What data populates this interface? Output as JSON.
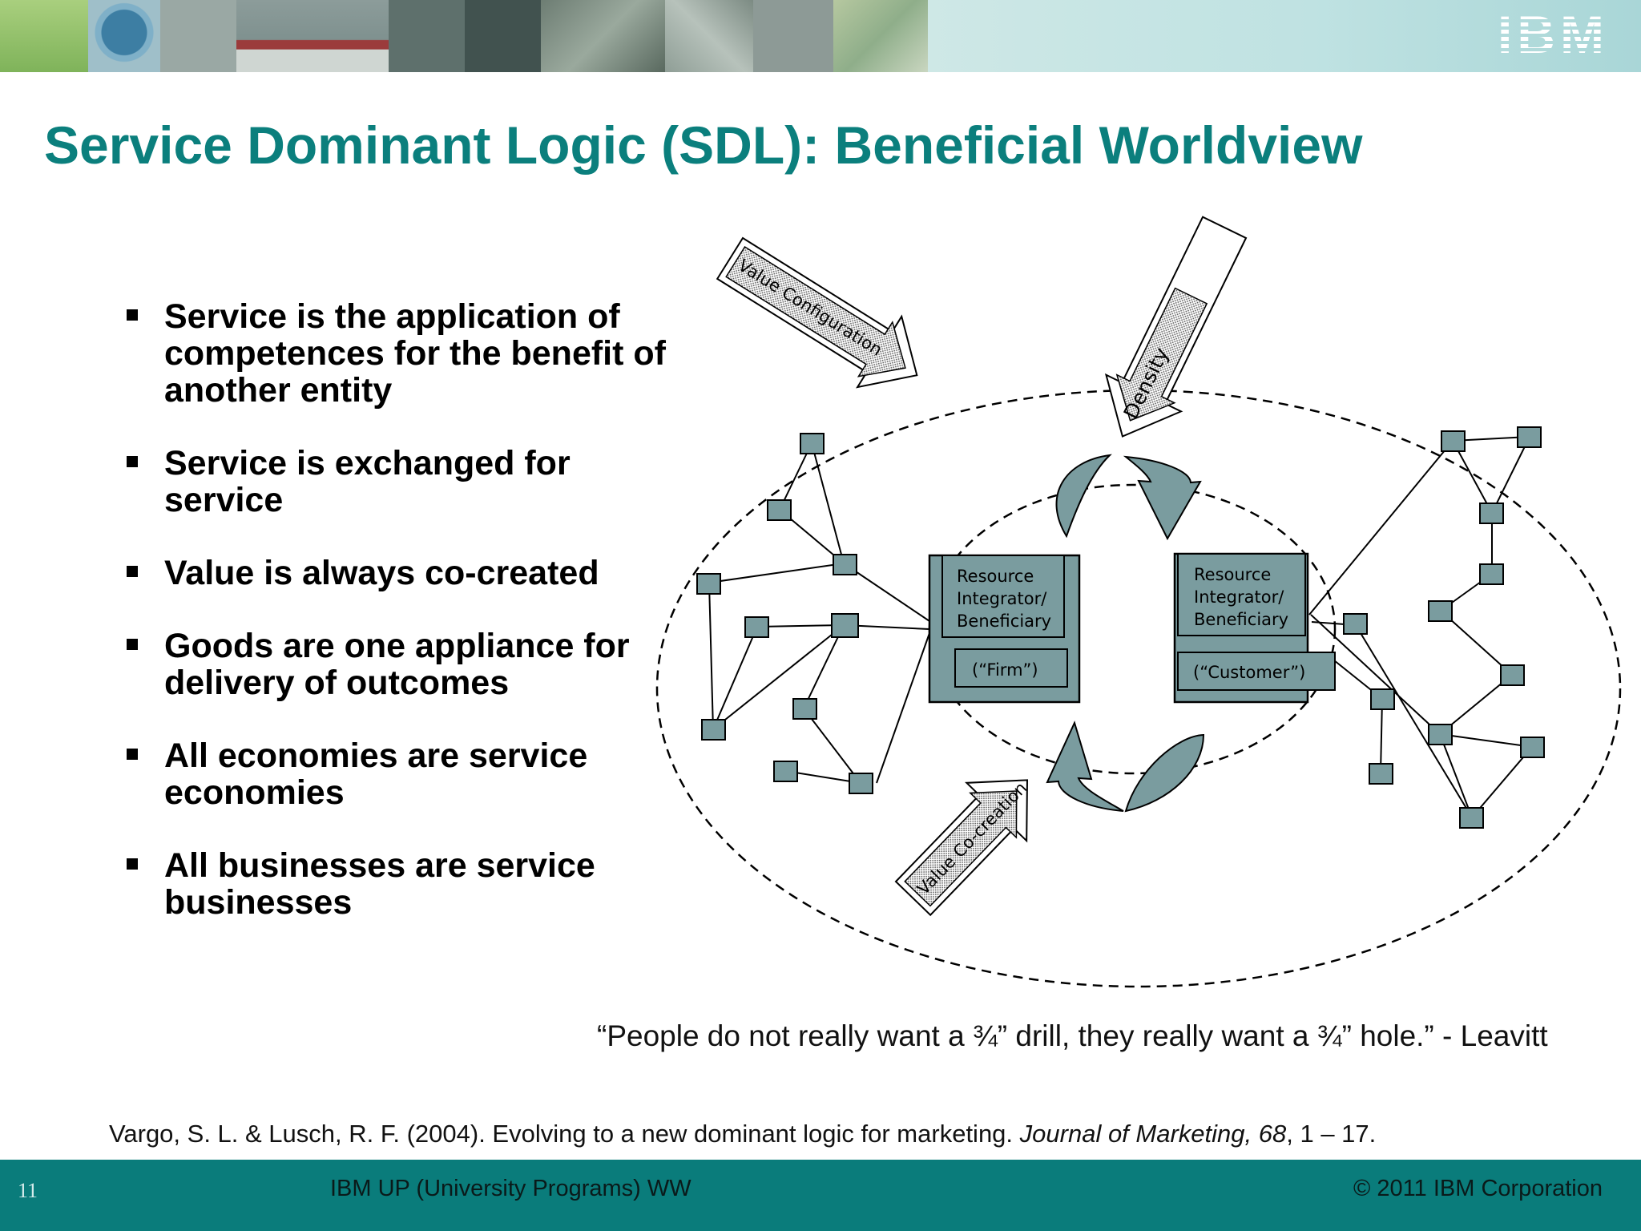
{
  "header": {
    "logo_text": "IBM"
  },
  "slide": {
    "title": "Service Dominant Logic (SDL): Beneficial Worldview",
    "bullets": [
      "Service is the application of competences for the benefit of another entity",
      "Service is exchanged for service",
      "Value is always co-created",
      "Goods are one appliance for delivery of outcomes",
      "All economies are service economies",
      "All businesses are service businesses"
    ],
    "quote": "“People do not really want a ¾” drill, they really want a ¾” hole.” - Leavitt",
    "citation": {
      "authors": "Vargo, S. L. & Lusch, R. F. (2004).  Evolving to a new dominant logic for marketing.  ",
      "journal": "Journal of Marketing, 68",
      "pages": ", 1 – 17."
    }
  },
  "diagram": {
    "arrows": {
      "value_configuration": "Value Configuration",
      "density": "Density",
      "value_cocreation": "Value Co-creation"
    },
    "firm": {
      "line1": "Resource",
      "line2": "Integrator/",
      "line3": "Beneficiary",
      "label": "(“Firm”)"
    },
    "customer": {
      "line1": "Resource",
      "line2": "Integrator/",
      "line3": "Beneficiary",
      "label": "(“Customer”)"
    },
    "colors": {
      "node_fill": "#7a9c9f",
      "title": "#0b7f7d",
      "footer": "#0a7c7b"
    }
  },
  "footer": {
    "page_number": "11",
    "left": "IBM UP (University Programs) WW",
    "right": "© 2011 IBM Corporation"
  }
}
